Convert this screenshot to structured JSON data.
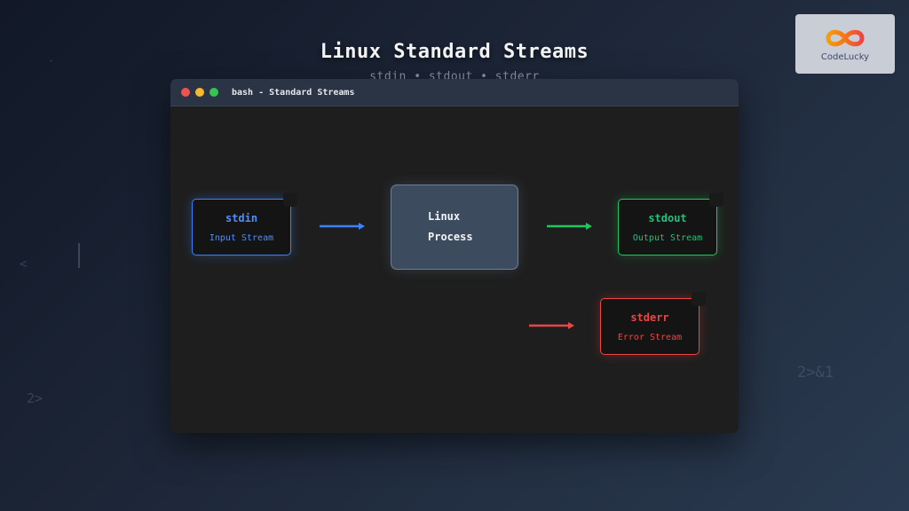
{
  "header": {
    "title": "Linux Standard Streams",
    "subtitle": "stdin • stdout • stderr"
  },
  "logo": {
    "text": "CodeLucky"
  },
  "window": {
    "title": "bash - Standard Streams"
  },
  "background_text": {
    "redirect_a": "2>",
    "redirect_b": "2>&1",
    "glyph": "<"
  },
  "diagram": {
    "stdin": {
      "name": "stdin",
      "desc": "Input Stream",
      "color": "#3b82f6"
    },
    "process": {
      "line1": "Linux",
      "line2": "Process"
    },
    "stdout": {
      "name": "stdout",
      "desc": "Output Stream",
      "color": "#22c55e"
    },
    "stderr": {
      "name": "stderr",
      "desc": "Error Stream",
      "color": "#ef4444"
    }
  }
}
